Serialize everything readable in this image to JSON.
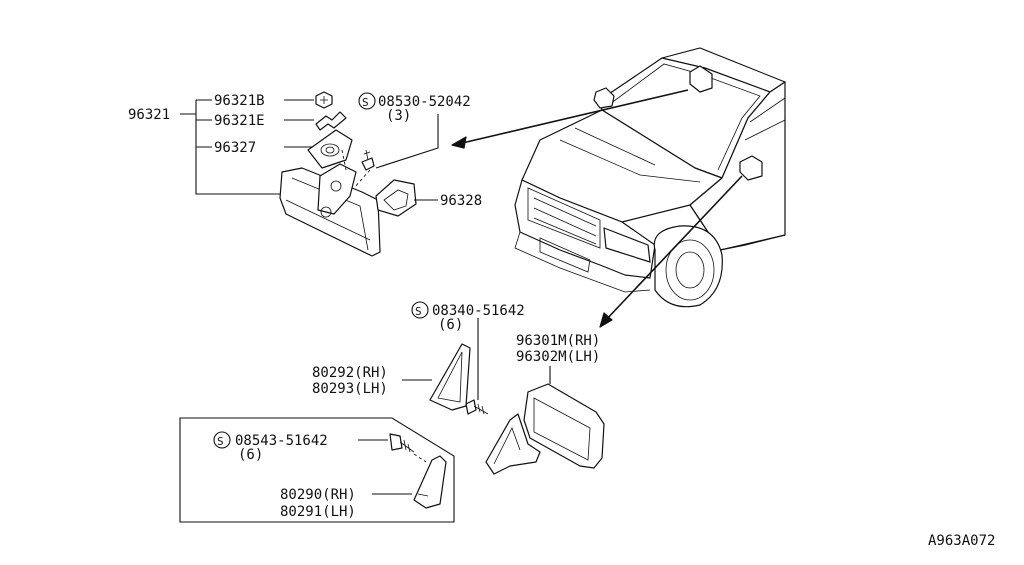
{
  "callouts": {
    "p96321": "96321",
    "p96321B": "96321B",
    "p96321E": "96321E",
    "p96327": "96327",
    "screw_top_code": "08530-52042",
    "screw_top_qty": "(3)",
    "p96328": "96328",
    "screw_mid_code": "08340-51642",
    "screw_mid_qty": "(6)",
    "door_mirror_rh": "96301M(RH)",
    "door_mirror_lh": "96302M(LH)",
    "cover_rh": "80292(RH)",
    "cover_lh": "80293(LH)",
    "screw_box_code": "08543-51642",
    "screw_box_qty": "(6)",
    "finisher_rh": "80290(RH)",
    "finisher_lh": "80291(LH)",
    "standard_symbol": "S",
    "diagram_code": "A963A072"
  }
}
